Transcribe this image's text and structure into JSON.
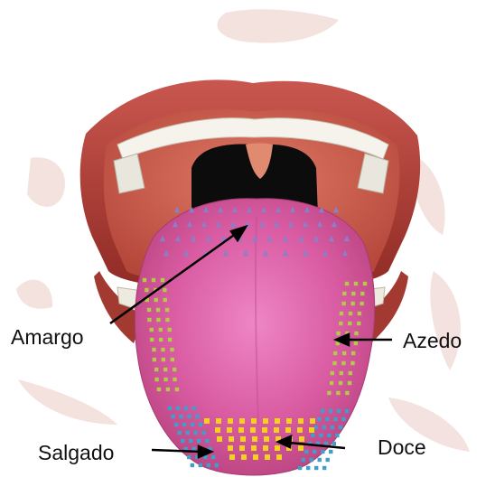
{
  "labels": {
    "amargo": "Amargo",
    "azedo": "Azedo",
    "salgado": "Salgado",
    "doce": "Doce"
  },
  "colors": {
    "lip": "#b8403c",
    "lip_dark": "#7a1e1a",
    "mouth_inner": "#d46a5a",
    "throat": "#0b0b0b",
    "tongue": "#d6589e",
    "tongue_center": "#e77cc0",
    "teeth": "#f3f1ea",
    "bitter_dots": "#8a7fc8",
    "sour_dots": "#b4c84a",
    "salty_dots": "#3f9fc8",
    "sweet_dots": "#f2d21a",
    "arrow": "#000000"
  },
  "icons": [
    "tongue-illustration",
    "arrow-icon"
  ]
}
